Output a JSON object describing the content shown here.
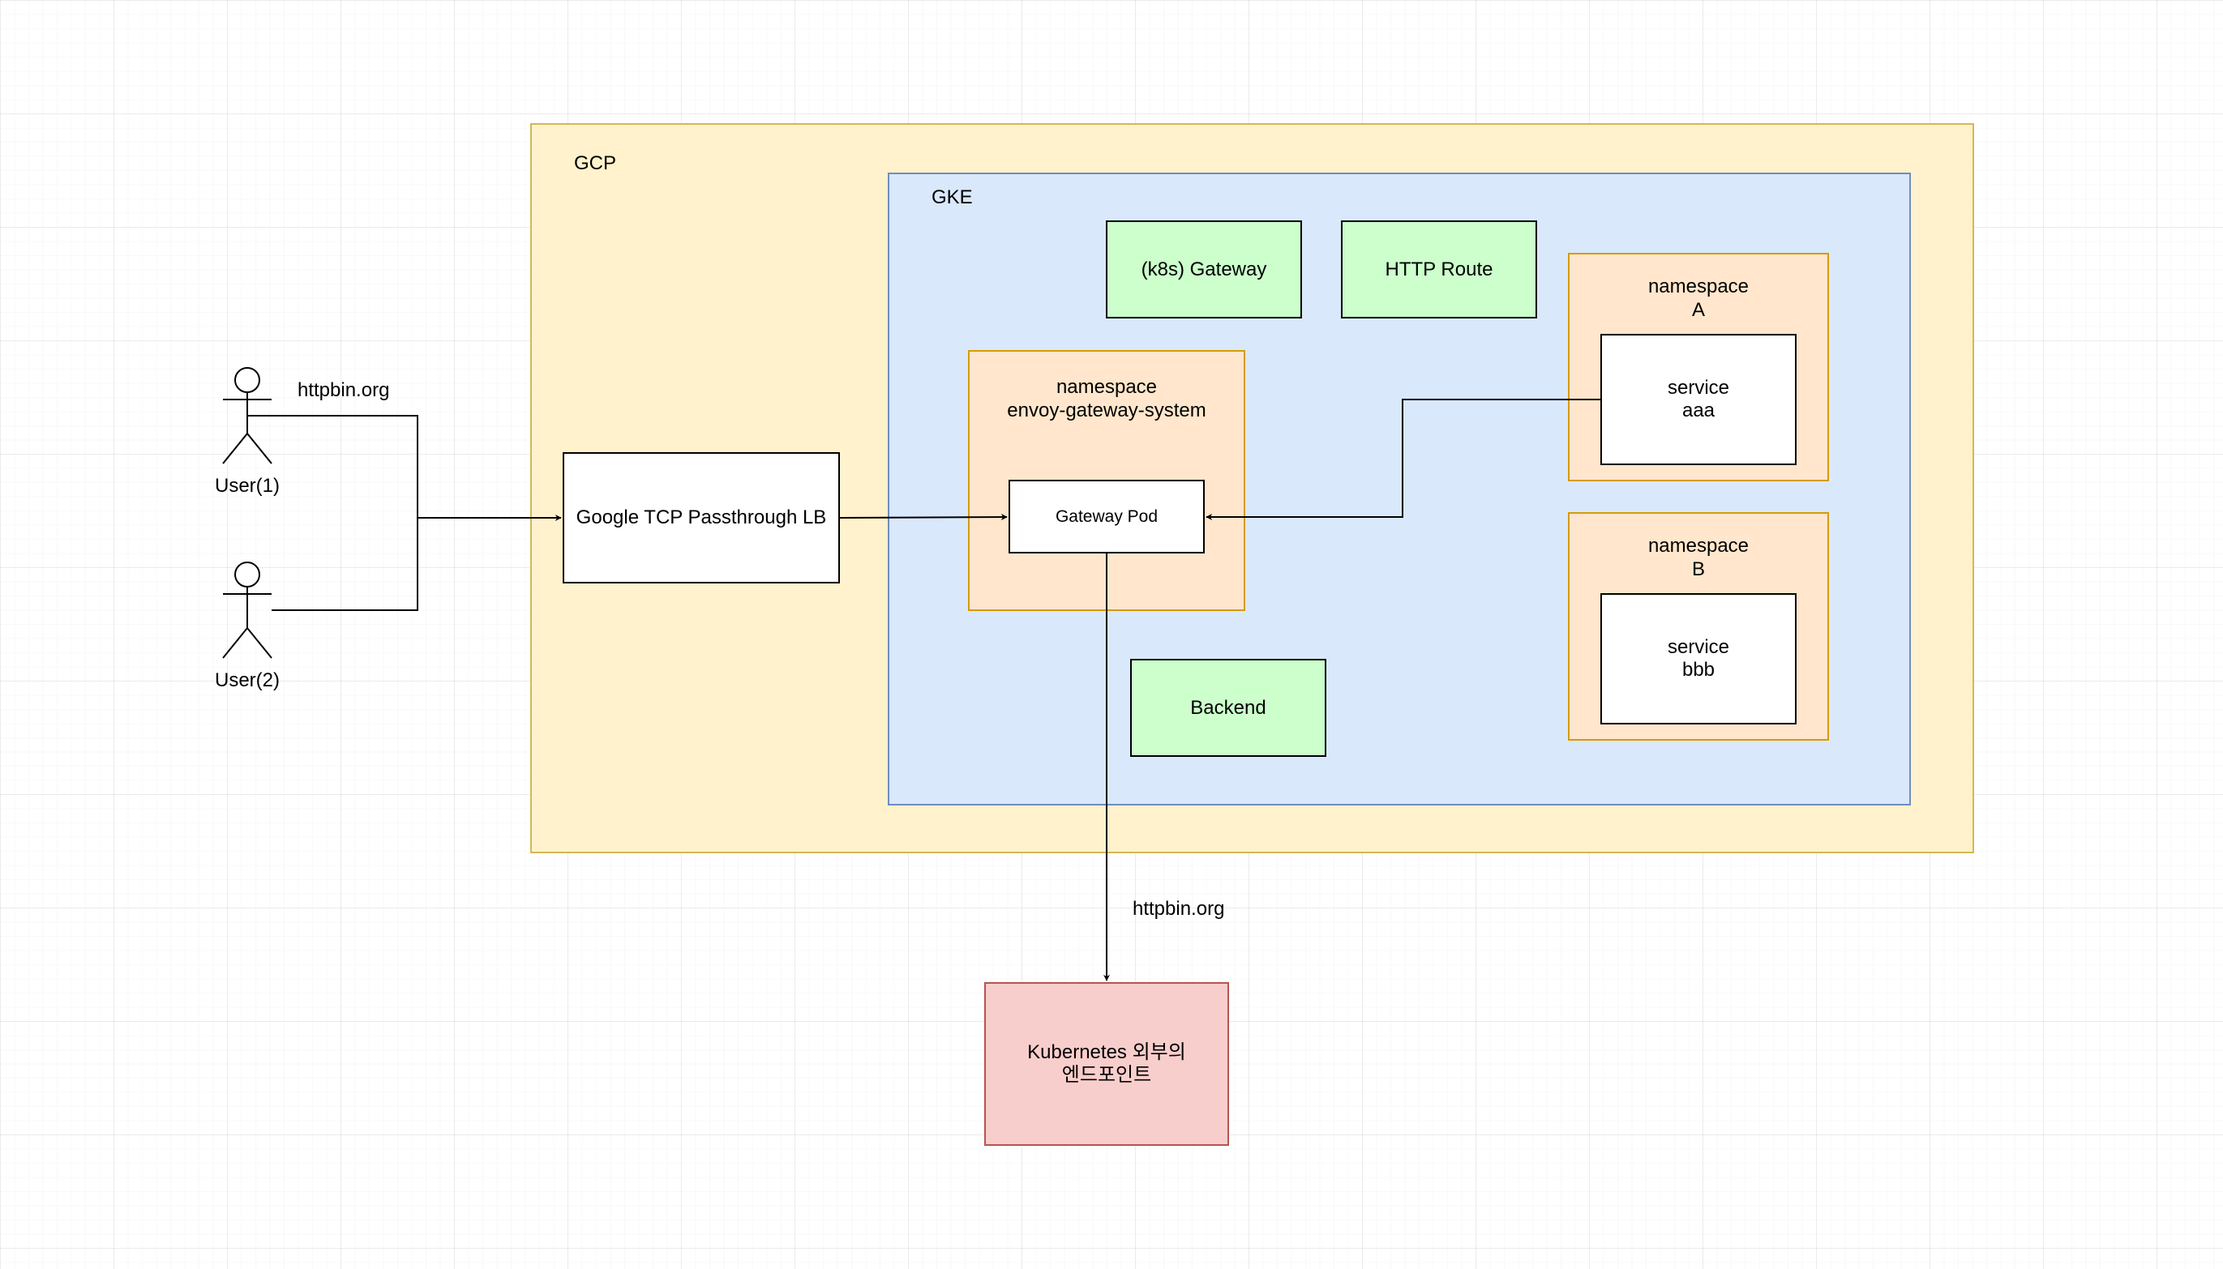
{
  "diagram": {
    "gcp_label": "GCP",
    "gke_label": "GKE",
    "k8s_gateway_label": "(k8s) Gateway",
    "http_route_label": "HTTP Route",
    "backend_label": "Backend",
    "lb_label": "Google TCP Passthrough LB",
    "ns_envoy": {
      "line1": "namespace",
      "line2": "envoy-gateway-system"
    },
    "gateway_pod_label": "Gateway Pod",
    "ns_a": {
      "line1": "namespace",
      "line2": "A"
    },
    "service_aaa": {
      "line1": "service",
      "line2": "aaa"
    },
    "ns_b": {
      "line1": "namespace",
      "line2": "B"
    },
    "service_bbb": {
      "line1": "service",
      "line2": "bbb"
    },
    "user1_label": "User(1)",
    "user2_label": "User(2)",
    "edge_label_users": "httpbin.org",
    "edge_label_external": "httpbin.org",
    "external": {
      "line1": "Kubernetes 외부의",
      "line2": "엔드포인트"
    }
  },
  "colors": {
    "gcp_fill": "#fff2cc",
    "gcp_stroke": "#d6b656",
    "gke_fill": "#dae8fc",
    "gke_stroke": "#6c8ebf",
    "green_fill": "#ccffcc",
    "ns_fill": "#ffe6cc",
    "ns_stroke": "#d79b00",
    "red_fill": "#f8cecc",
    "red_stroke": "#b85450"
  }
}
